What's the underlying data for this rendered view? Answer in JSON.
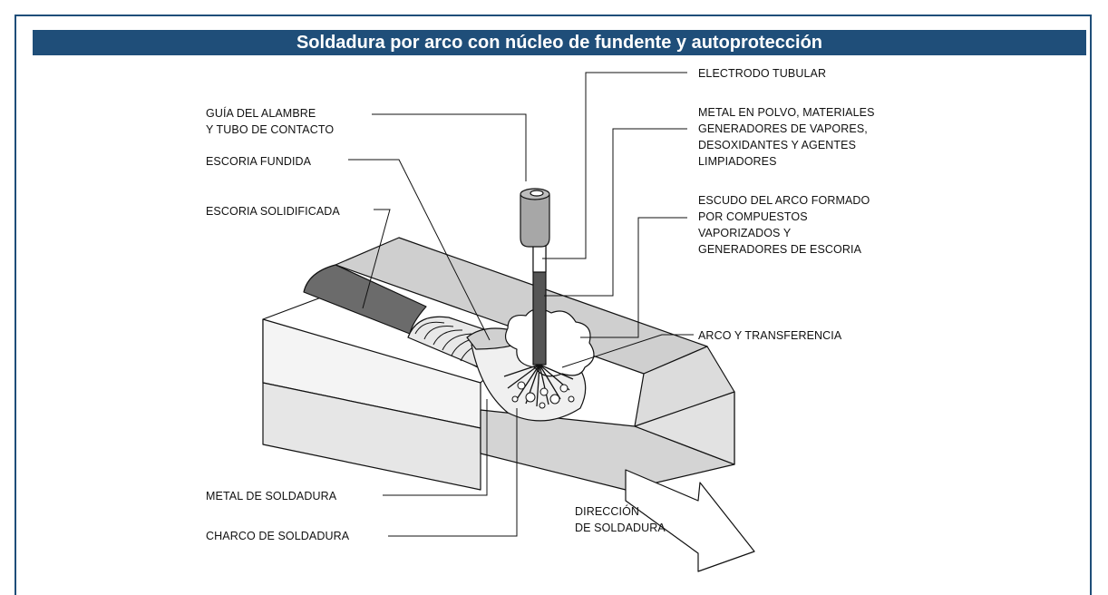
{
  "title": "Soldadura por arco con núcleo de fundente y autoprotección",
  "labels": {
    "guia": "GUÍA DEL ALAMBRE\nY TUBO DE CONTACTO",
    "escoria_fundida": "ESCORIA FUNDIDA",
    "escoria_solidificada": "ESCORIA SOLIDIFICADA",
    "metal_soldadura": "METAL DE SOLDADURA",
    "charco": "CHARCO DE SOLDADURA",
    "electrodo": "ELECTRODO TUBULAR",
    "metal_polvo": "METAL EN POLVO, MATERIALES\nGENERADORES DE VAPORES,\nDESOXIDANTES Y AGENTES\nLIMPIADORES",
    "escudo": "ESCUDO DEL ARCO FORMADO\nPOR COMPUESTOS\nVAPORIZADOS Y\nGENERADORES DE ESCORIA",
    "arco": "ARCO Y TRANSFERENCIA",
    "direccion": "DIRECCIÓN\nDE SOLDADURA"
  },
  "colors": {
    "brand": "#1f4e79",
    "plate_top": "#d9d9d9",
    "plate_side": "#ececec",
    "slag": "#6b6b6b",
    "electrode": "#555555"
  }
}
